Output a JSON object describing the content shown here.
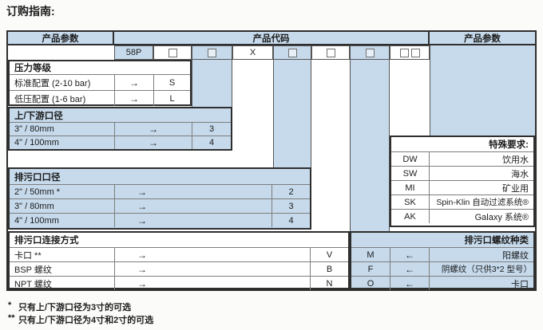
{
  "title": "订购指南:",
  "colors": {
    "accent_blue": "#c6daec",
    "border_dark": "#2e2e2e",
    "border_thin": "#555555"
  },
  "header": {
    "left": "产品参数",
    "center": "产品代码",
    "right": "产品参数"
  },
  "code_row": {
    "prefix": "58P",
    "x": "X"
  },
  "sections": {
    "pressure": {
      "header": "压力等级",
      "rows": [
        {
          "label": "标准配置 (2-10 bar)",
          "arrow": "→",
          "code": "S"
        },
        {
          "label": "低压配置 (1-6 bar)",
          "arrow": "→",
          "code": "L"
        }
      ]
    },
    "updown": {
      "header": "上/下游口径",
      "rows": [
        {
          "label": "3\" / 80mm",
          "arrow": "→",
          "code": "3"
        },
        {
          "label": "4\" / 100mm",
          "arrow": "→",
          "code": "4"
        }
      ]
    },
    "drain_size": {
      "header": "排污口口径",
      "rows": [
        {
          "label": "2\" / 50mm *",
          "arrow": "→",
          "code": "2"
        },
        {
          "label": "3\" / 80mm",
          "arrow": "→",
          "code": "3"
        },
        {
          "label": "4\" / 100mm",
          "arrow": "→",
          "code": "4"
        }
      ]
    },
    "drain_conn": {
      "header": "排污口连接方式",
      "rows": [
        {
          "label": "卡口 **",
          "arrow": "→",
          "code": "V"
        },
        {
          "label": "BSP 螺纹",
          "arrow": "→",
          "code": "B"
        },
        {
          "label": "NPT 螺纹",
          "arrow": "→",
          "code": "N"
        }
      ]
    },
    "special": {
      "header": "特殊要求:",
      "rows": [
        {
          "code": "DW",
          "desc": "饮用水"
        },
        {
          "code": "SW",
          "desc": "海水"
        },
        {
          "code": "MI",
          "desc": "矿业用"
        },
        {
          "code": "SK",
          "desc": "Spin-Klin 自动过滤系统®"
        },
        {
          "code": "AK",
          "desc": "Galaxy 系统®"
        }
      ]
    },
    "thread": {
      "header": "排污口螺纹种类",
      "rows": [
        {
          "code": "M",
          "arrow": "←",
          "desc": "阳螺纹"
        },
        {
          "code": "F",
          "arrow": "←",
          "desc": "阴螺纹（只供3*2 型号）"
        },
        {
          "code": "O",
          "arrow": "←",
          "desc": "卡口"
        }
      ]
    }
  },
  "footnotes": [
    {
      "marker": "*",
      "text": "只有上/下游口径为3寸的可选"
    },
    {
      "marker": "**",
      "text": "只有上/下游口径为4寸和2寸的可选"
    }
  ]
}
